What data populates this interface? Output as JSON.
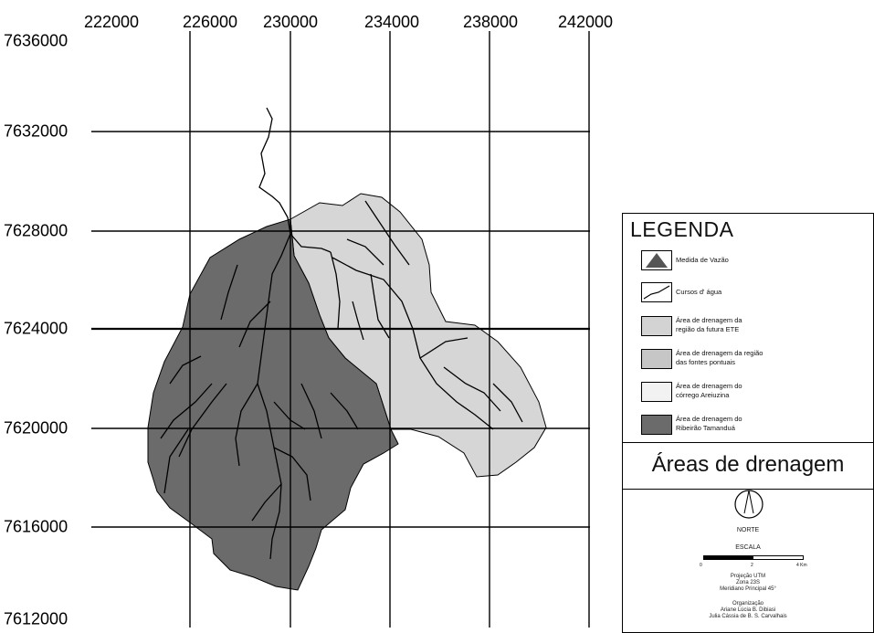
{
  "x_coords": [
    "222000",
    "226000",
    "230000",
    "234000",
    "238000",
    "242000"
  ],
  "y_coords": [
    "7636000",
    "7632000",
    "7628000",
    "7624000",
    "7620000",
    "7616000",
    "7612000"
  ],
  "legend": {
    "title": "LEGENDA",
    "items": [
      {
        "label1": "Medida de Vazão",
        "label2": "",
        "type": "triangle",
        "color": "#555555"
      },
      {
        "label1": "Cursos d' água",
        "label2": "",
        "type": "line",
        "color": "#000000"
      },
      {
        "label1": "Área de drenagem da",
        "label2": "região da futura ETE",
        "type": "fill",
        "color": "#d3d3d3"
      },
      {
        "label1": "Área de drenagem da região",
        "label2": "das fontes pontuais",
        "type": "fill",
        "color": "#c6c6c6"
      },
      {
        "label1": "Área de drenagem do",
        "label2": "córrego Areiuzina",
        "type": "fill",
        "color": "#f2f2f2"
      },
      {
        "label1": "Área de drenagem do",
        "label2": "Ribeirão Tamanduá",
        "type": "fill",
        "color": "#6b6b6b"
      }
    ]
  },
  "map_title": "Áreas de drenagem",
  "north_label": "NORTE",
  "scale": {
    "label": "ESCALA",
    "ticks": [
      "0",
      "2",
      "4 Km"
    ]
  },
  "projection": {
    "line1": "Projeção UTM",
    "line2": "Zona 23S",
    "line3": "Meridiano Principal 45°"
  },
  "organization": {
    "line1": "Organização",
    "line2": "Ariane Lúcia B. Dibiasi",
    "line3": "Julia Cássia de B. S. Carvalhais"
  },
  "colors": {
    "dark_area": "#6b6b6b",
    "light_area": "#d6d6d6",
    "rivers": "#000000",
    "grid": "#000000"
  }
}
